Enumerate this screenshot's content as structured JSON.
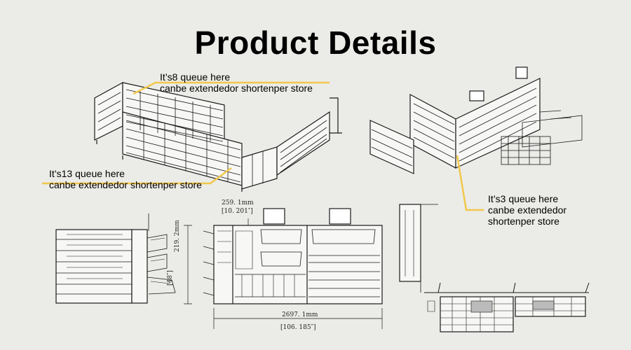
{
  "page": {
    "title": "Product Details"
  },
  "callouts": [
    {
      "line1": "It’s8 queue here",
      "line2": "canbe extendedor shortenper store"
    },
    {
      "line1": "It’s13 queue here",
      "line2": "canbe extendedor shortenper store"
    },
    {
      "line1": "It’s3 queue here",
      "line2": "canbe extendedor",
      "line3": "shortenper store"
    }
  ],
  "dimensions": {
    "width_mm": "259. 1mm",
    "width_in": "[10. 201″]",
    "height_mm": "219. 2mm",
    "height_in": "[48″]",
    "length_mm": "2697. 1mm",
    "length_in": "[106. 185″]"
  },
  "colors": {
    "background": "#ebebe8",
    "accent_line": "#f2c84b",
    "drawing": "#1a1a1a"
  }
}
